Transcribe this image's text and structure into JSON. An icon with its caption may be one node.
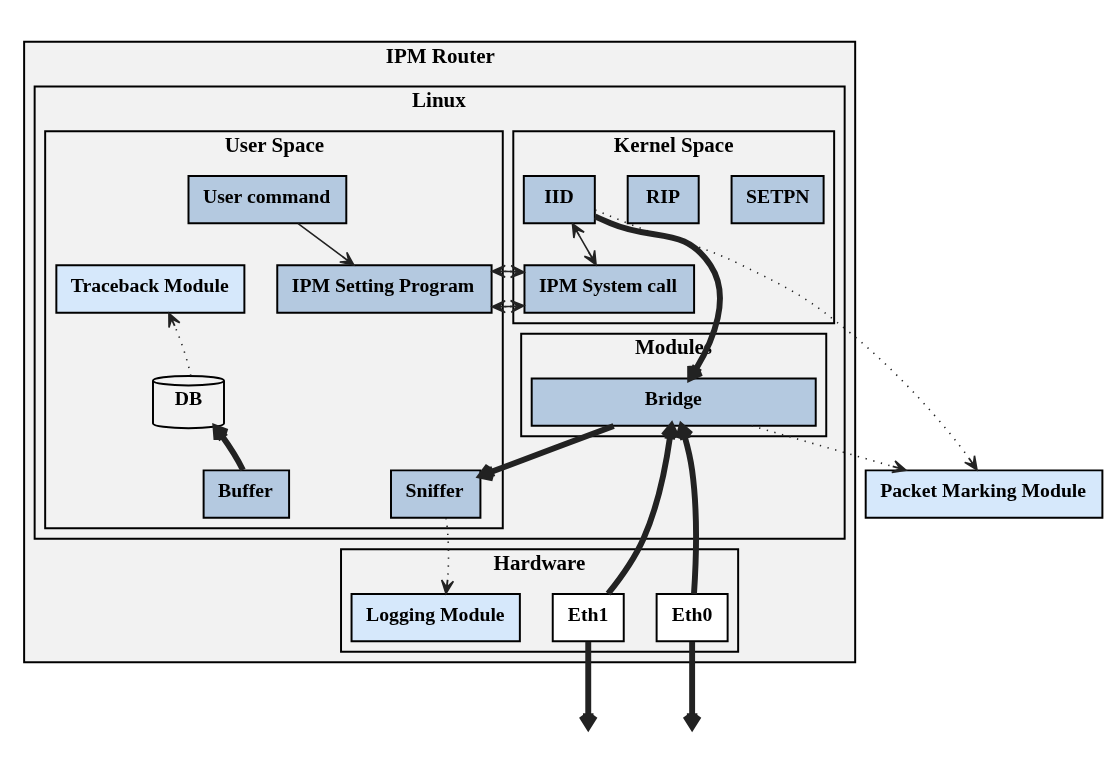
{
  "diagram": {
    "nodes": [
      {
        "text": [
          "IPM Router"
        ]
      },
      {
        "text": [
          "Linux"
        ],
        "in": 0
      },
      {
        "text": [
          "Kernel Space"
        ],
        "in": 1
      },
      {
        "text": [
          "IID"
        ],
        "in": 2
      },
      {
        "text": [
          "RIP"
        ],
        "in": 2
      },
      {
        "text": [
          "SETPN"
        ],
        "in": 2
      },
      {
        "text": [
          "IPM System call"
        ],
        "in": 2
      },
      {
        "text": [
          "Modules"
        ],
        "in": 1
      },
      {
        "text": [
          "Bridge"
        ],
        "in": 7
      },
      {
        "text": [
          "User Space"
        ],
        "in": 1
      },
      {
        "text": [
          "User command"
        ],
        "in": 9
      },
      {
        "text": [
          "IPM Setting Program"
        ],
        "in": 9
      },
      {
        "text": [
          "DB"
        ],
        "in": 9
      },
      {
        "text": [
          "Traceback Module"
        ],
        "in": 9
      },
      {
        "text": [
          "Sniffer"
        ],
        "in": 9
      },
      {
        "text": [
          "Buffer"
        ],
        "in": 9
      },
      {
        "text": [
          "Packet Marking Module"
        ]
      },
      {
        "text": [
          "Hardware"
        ],
        "in": 0
      },
      {
        "text": [
          "Eth0"
        ],
        "in": 17
      },
      {
        "text": [
          "Eth1"
        ],
        "in": 17
      },
      {
        "text": [
          "Logging Module"
        ],
        "in": 17
      }
    ],
    "edges": [
      {
        "from": 3,
        "to": 6,
        "arrow": "both"
      },
      {
        "from": 3,
        "to": 16,
        "arrow": "to",
        "style": "dashed"
      },
      {
        "from": 3,
        "to": 8,
        "arrow": "to",
        "style": "thick"
      },
      {
        "from": 10,
        "to": 11,
        "arrow": "to"
      },
      {
        "from": 6,
        "to": 11,
        "arrow": "both"
      },
      {
        "from": 8,
        "to": 14,
        "arrow": "to",
        "style": "thick"
      },
      {
        "from": 15,
        "to": 12,
        "arrow": "to",
        "style": "thick"
      },
      {
        "from": 12,
        "to": 13,
        "arrow": "to",
        "style": "dashed"
      },
      {
        "from": 8,
        "to": 16,
        "arrow": "to",
        "style": "dashed"
      },
      {
        "from": 14,
        "to": 20,
        "arrow": "to",
        "style": "dashed"
      },
      {
        "from": 18,
        "to": 8,
        "arrow": "to",
        "style": "thick"
      },
      {
        "from": 19,
        "to": 8,
        "arrow": "to",
        "style": "thick"
      },
      {
        "from": 18,
        "to": null,
        "arrow": "to",
        "style": "thick"
      },
      {
        "from": 19,
        "to": null,
        "arrow": "to",
        "style": "thick"
      }
    ]
  }
}
